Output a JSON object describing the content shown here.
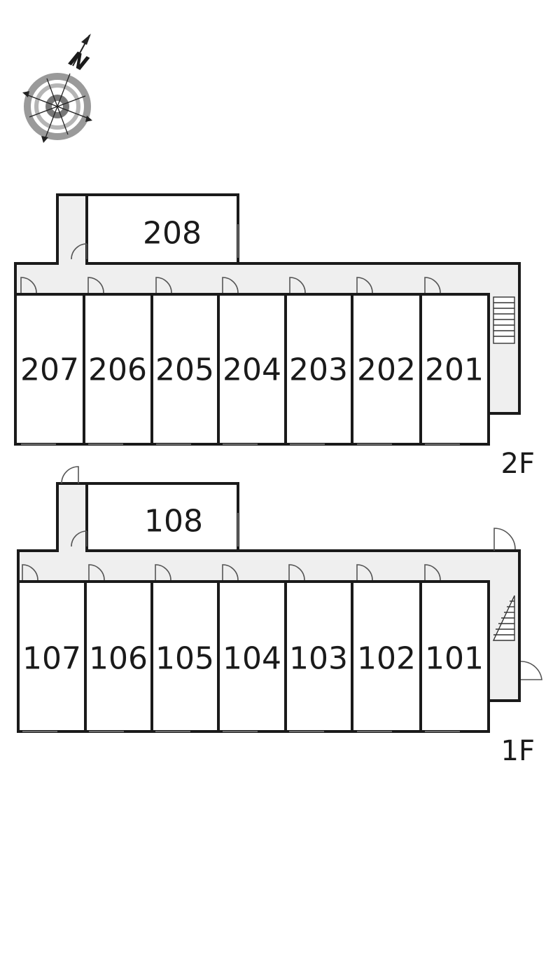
{
  "compass": {
    "north_label": "N",
    "icon": "compass-rose-icon"
  },
  "floors": [
    {
      "id": "2F",
      "label": "2F",
      "annex_room": {
        "number": "208"
      },
      "rooms": [
        "207",
        "206",
        "205",
        "204",
        "203",
        "202",
        "201"
      ]
    },
    {
      "id": "1F",
      "label": "1F",
      "annex_room": {
        "number": "108"
      },
      "rooms": [
        "107",
        "106",
        "105",
        "104",
        "103",
        "102",
        "101"
      ]
    }
  ]
}
